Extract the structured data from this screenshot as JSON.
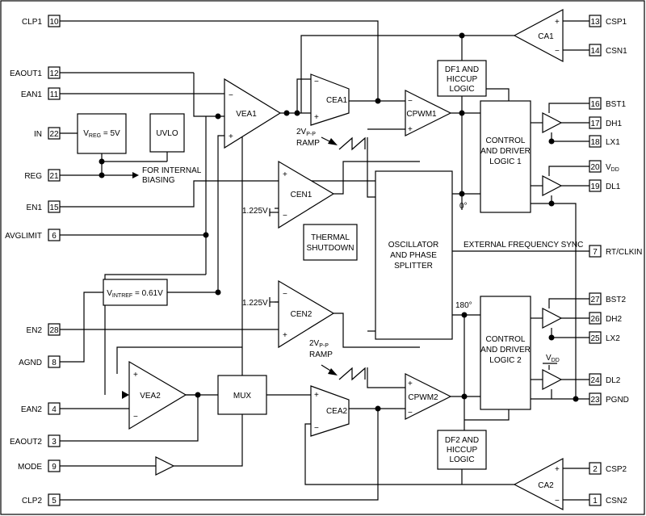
{
  "left_pins": [
    {
      "num": "10",
      "name": "CLP1"
    },
    {
      "num": "12",
      "name": "EAOUT1"
    },
    {
      "num": "11",
      "name": "EAN1"
    },
    {
      "num": "22",
      "name": "IN"
    },
    {
      "num": "21",
      "name": "REG"
    },
    {
      "num": "15",
      "name": "EN1"
    },
    {
      "num": "6",
      "name": "AVGLIMIT"
    },
    {
      "num": "28",
      "name": "EN2"
    },
    {
      "num": "8",
      "name": "AGND"
    },
    {
      "num": "4",
      "name": "EAN2"
    },
    {
      "num": "3",
      "name": "EAOUT2"
    },
    {
      "num": "9",
      "name": "MODE"
    },
    {
      "num": "5",
      "name": "CLP2"
    }
  ],
  "right_pins": [
    {
      "num": "13",
      "name": "CSP1"
    },
    {
      "num": "14",
      "name": "CSN1"
    },
    {
      "num": "16",
      "name": "BST1"
    },
    {
      "num": "17",
      "name": "DH1"
    },
    {
      "num": "18",
      "name": "LX1"
    },
    {
      "num": "20",
      "name": "V",
      "sub": "DD"
    },
    {
      "num": "19",
      "name": "DL1"
    },
    {
      "num": "7",
      "name": "RT/CLKIN"
    },
    {
      "num": "27",
      "name": "BST2"
    },
    {
      "num": "26",
      "name": "DH2"
    },
    {
      "num": "25",
      "name": "LX2"
    },
    {
      "num": "24",
      "name": "DL2"
    },
    {
      "num": "23",
      "name": "PGND"
    },
    {
      "num": "2",
      "name": "CSP2"
    },
    {
      "num": "1",
      "name": "CSN2"
    }
  ],
  "blocks": {
    "vreg": {
      "pre": "V",
      "sub": "REG",
      "post": " = 5V"
    },
    "uvlo": "UVLO",
    "internal_biasing": [
      "FOR INTERNAL",
      "BIASING"
    ],
    "vea1": "VEA1",
    "cea1": "CEA1",
    "cpwm1": "CPWM1",
    "ca1": "CA1",
    "df1": [
      "DF1 AND",
      "HICCUP",
      "LOGIC"
    ],
    "control1": [
      "CONTROL",
      "AND DRIVER",
      "LOGIC 1"
    ],
    "ramp1": {
      "pre": "2V",
      "sub": "P-P",
      "line2": "RAMP"
    },
    "cen1": "CEN1",
    "vref1": "1.225V",
    "thermal": [
      "THERMAL",
      "SHUTDOWN"
    ],
    "oscillator": [
      "OSCILLATOR",
      "AND PHASE",
      "SPLITTER"
    ],
    "ext_sync": "EXTERNAL FREQUENCY SYNC",
    "phase0": "0°",
    "phase180": "180°",
    "vintref": {
      "pre": "V",
      "sub": "INTREF",
      "post": " = 0.61V"
    },
    "cen2": "CEN2",
    "vref2": "1.225V",
    "ramp2": {
      "pre": "2V",
      "sub": "P-P",
      "line2": "RAMP"
    },
    "vea2": "VEA2",
    "mux": "MUX",
    "cea2": "CEA2",
    "cpwm2": "CPWM2",
    "ca2": "CA2",
    "df2": [
      "DF2 AND",
      "HICCUP",
      "LOGIC"
    ],
    "control2": [
      "CONTROL",
      "AND DRIVER",
      "LOGIC 2"
    ],
    "vdd_label": {
      "pre": "V",
      "sub": "DD"
    },
    "minus": "−",
    "plus": "+"
  }
}
